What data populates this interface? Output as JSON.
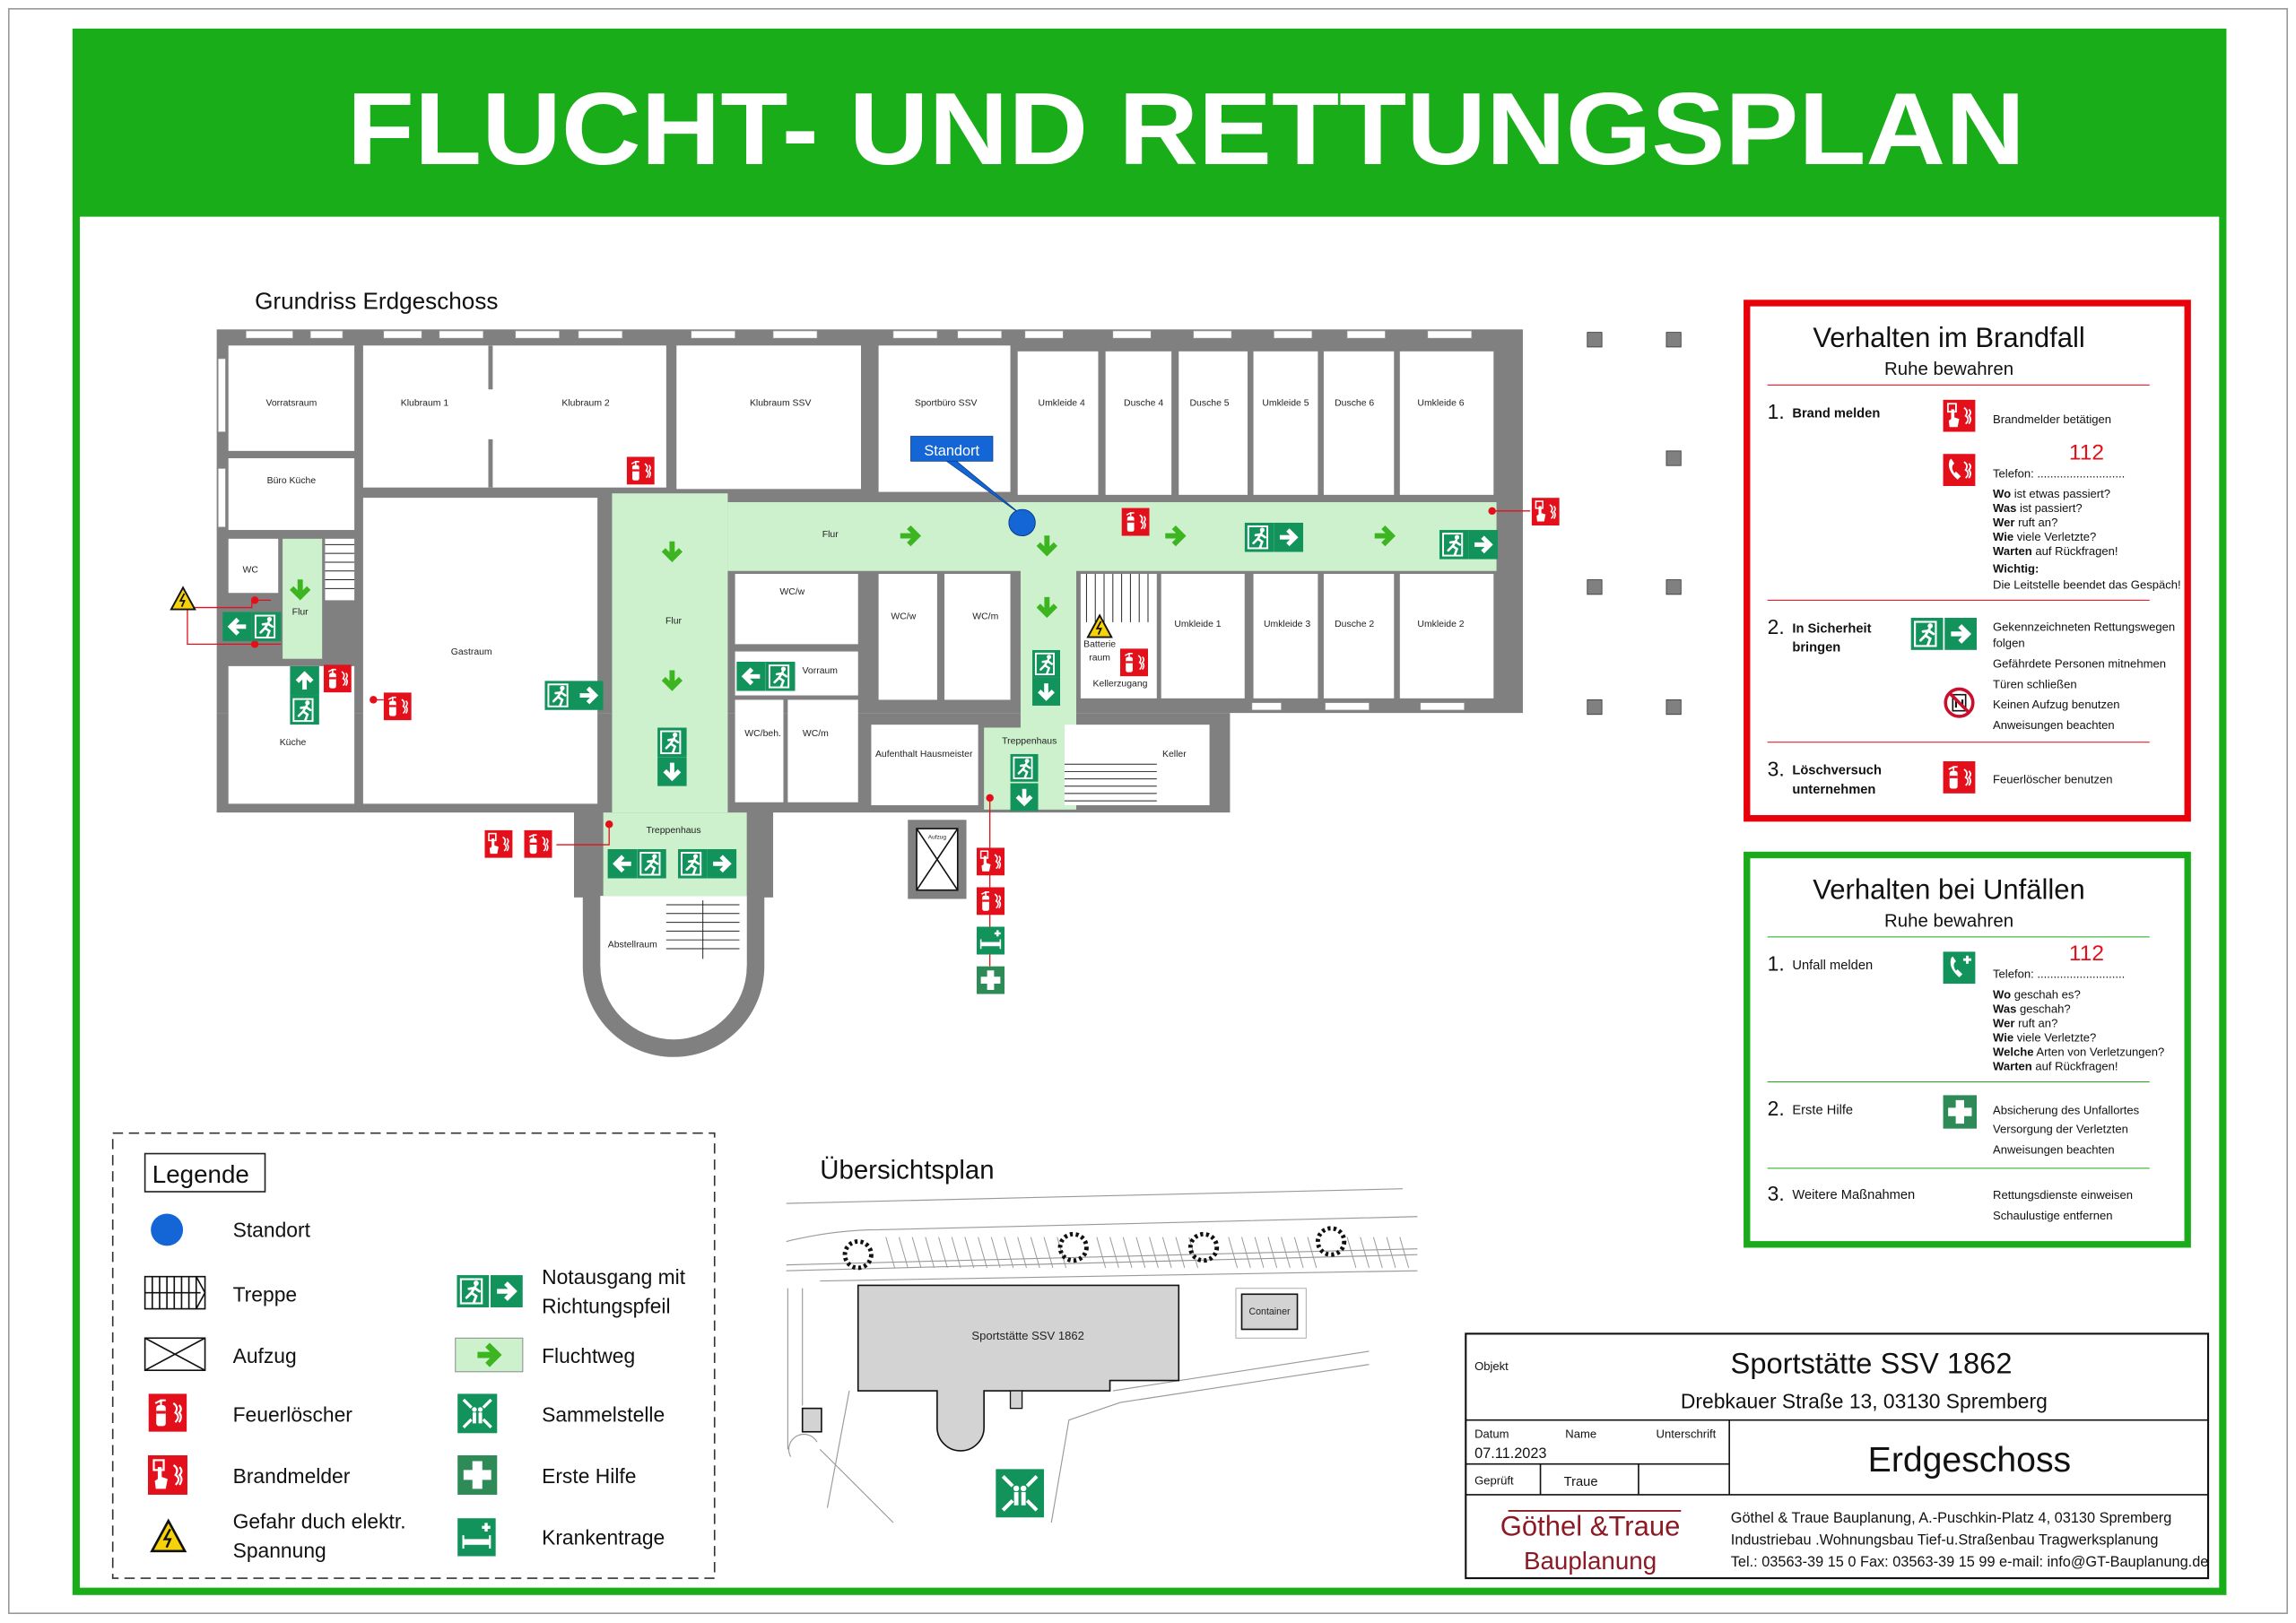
{
  "header": {
    "title": "FLUCHT- UND RETTUNGSPLAN"
  },
  "floorplan": {
    "title": "Grundriss Erdgeschoss",
    "standort_label": "Standort",
    "aufzug_label": "Aufzug",
    "rooms": [
      "Vorratsraum",
      "Büro Küche",
      "WC",
      "Flur",
      "Küche",
      "Klubraum 1",
      "Klubraum 2",
      "Gastraum",
      "Flur",
      "Klubraum SSV",
      "Flur",
      "Sportbüro SSV",
      "Umkleide 4",
      "Dusche 4",
      "Dusche 5",
      "Umkleide 5",
      "Dusche 6",
      "Umkleide 6",
      "WC/w",
      "Vorraum",
      "WC/beh.",
      "WC/m",
      "WC/w",
      "WC/m",
      "Batterie",
      "raum",
      "Kellerzugang",
      "Umkleide 1",
      "Umkleide 3",
      "Dusche 2",
      "Umkleide 2",
      "Aufenthalt Hausmeister",
      "Treppenhaus",
      "Keller",
      "Treppenhaus",
      "Abstellraum"
    ]
  },
  "fire_panel": {
    "title": "Verhalten im Brandfall",
    "subtitle": "Ruhe bewahren",
    "color": "#e8000b",
    "s1_num": "1.",
    "s1_title": "Brand melden",
    "s1_melder": "Brandmelder betätigen",
    "phone_label": "Telefon: ...........................",
    "phone_number": "112",
    "questions": [
      {
        "b": "Wo",
        "t": " ist etwas passiert?"
      },
      {
        "b": "Was",
        "t": " ist passiert?"
      },
      {
        "b": "Wer",
        "t": " ruft an?"
      },
      {
        "b": "Wie",
        "t": " viele Verletzte?"
      },
      {
        "b": "Warten",
        "t": " auf Rückfragen!"
      }
    ],
    "important_label": "Wichtig:",
    "important_text": "Die Leitstelle beendet das Gespäch!",
    "s2_num": "2.",
    "s2_title_1": "In Sicherheit",
    "s2_title_2": "bringen",
    "s2_items": [
      "Gekennzeichneten Rettungswegen",
      "folgen",
      "Gefährdete Personen mitnehmen",
      "Türen schließen",
      "Keinen Aufzug benutzen",
      "Anweisungen beachten"
    ],
    "s3_num": "3.",
    "s3_title_1": "Löschversuch",
    "s3_title_2": "unternehmen",
    "s3_item": "Feuerlöscher benutzen"
  },
  "accident_panel": {
    "title": "Verhalten bei Unfällen",
    "subtitle": "Ruhe bewahren",
    "color": "#1aaa1a",
    "s1_num": "1.",
    "s1_title": "Unfall melden",
    "phone_label": "Telefon: ...........................",
    "phone_number": "112",
    "questions": [
      {
        "b": "Wo",
        "t": " geschah es?"
      },
      {
        "b": "Was",
        "t": " geschah?"
      },
      {
        "b": "Wer",
        "t": " ruft an?"
      },
      {
        "b": "Wie",
        "t": " viele Verletzte?"
      },
      {
        "b": "Welche",
        "t": " Arten von Verletzungen?"
      },
      {
        "b": "Warten",
        "t": " auf Rückfragen!"
      }
    ],
    "s2_num": "2.",
    "s2_title": "Erste Hilfe",
    "s2_items": [
      "Absicherung des Unfallortes",
      "Versorgung der Verletzten",
      "Anweisungen beachten"
    ],
    "s3_num": "3.",
    "s3_title": "Weitere Maßnahmen",
    "s3_items": [
      "Rettungsdienste einweisen",
      "Schaulustige entfernen"
    ]
  },
  "legend": {
    "title": "Legende",
    "standort": "Standort",
    "treppe": "Treppe",
    "aufzug": "Aufzug",
    "feuerloescher": "Feuerlöscher",
    "brandmelder": "Brandmelder",
    "gefahr_1": "Gefahr duch elektr.",
    "gefahr_2": "Spannung",
    "notausgang_1": "Notausgang mit",
    "notausgang_2": "Richtungspfeil",
    "fluchtweg": "Fluchtweg",
    "sammelstelle": "Sammelstelle",
    "erste_hilfe": "Erste Hilfe",
    "krankentrage": "Krankentrage"
  },
  "overview": {
    "title": "Übersichtsplan",
    "building": "Sportstätte SSV 1862",
    "container": "Container"
  },
  "titleblock": {
    "objekt_label": "Objekt",
    "objekt_name": "Sportstätte SSV 1862",
    "objekt_address": "Drebkauer Straße 13, 03130 Spremberg",
    "datum_label": "Datum",
    "name_label": "Name",
    "unterschrift_label": "Unterschrift",
    "datum": "07.11.2023",
    "geprueft_label": "Geprüft",
    "geprueft_name": "Traue",
    "floor": "Erdgeschoss",
    "logo_1": "Göthel &Traue",
    "logo_2": "Bauplanung",
    "company_1": "Göthel & Traue Bauplanung, A.-Puschkin-Platz 4, 03130 Spremberg",
    "company_2": "Industriebau .Wohnungsbau  Tief-u.Straßenbau  Tragwerksplanung",
    "company_3": "Tel.: 03563-39 15 0  Fax: 03563-39 15 99  e-mail: info@GT-Bauplanung.de"
  },
  "colors": {
    "green": "#19ad19",
    "sign_green": "#13935c",
    "route": "#cdf0cd",
    "arrow": "#3cb521",
    "red": "#e3101b",
    "standort": "#1466d6",
    "logo": "#8b1a24"
  }
}
